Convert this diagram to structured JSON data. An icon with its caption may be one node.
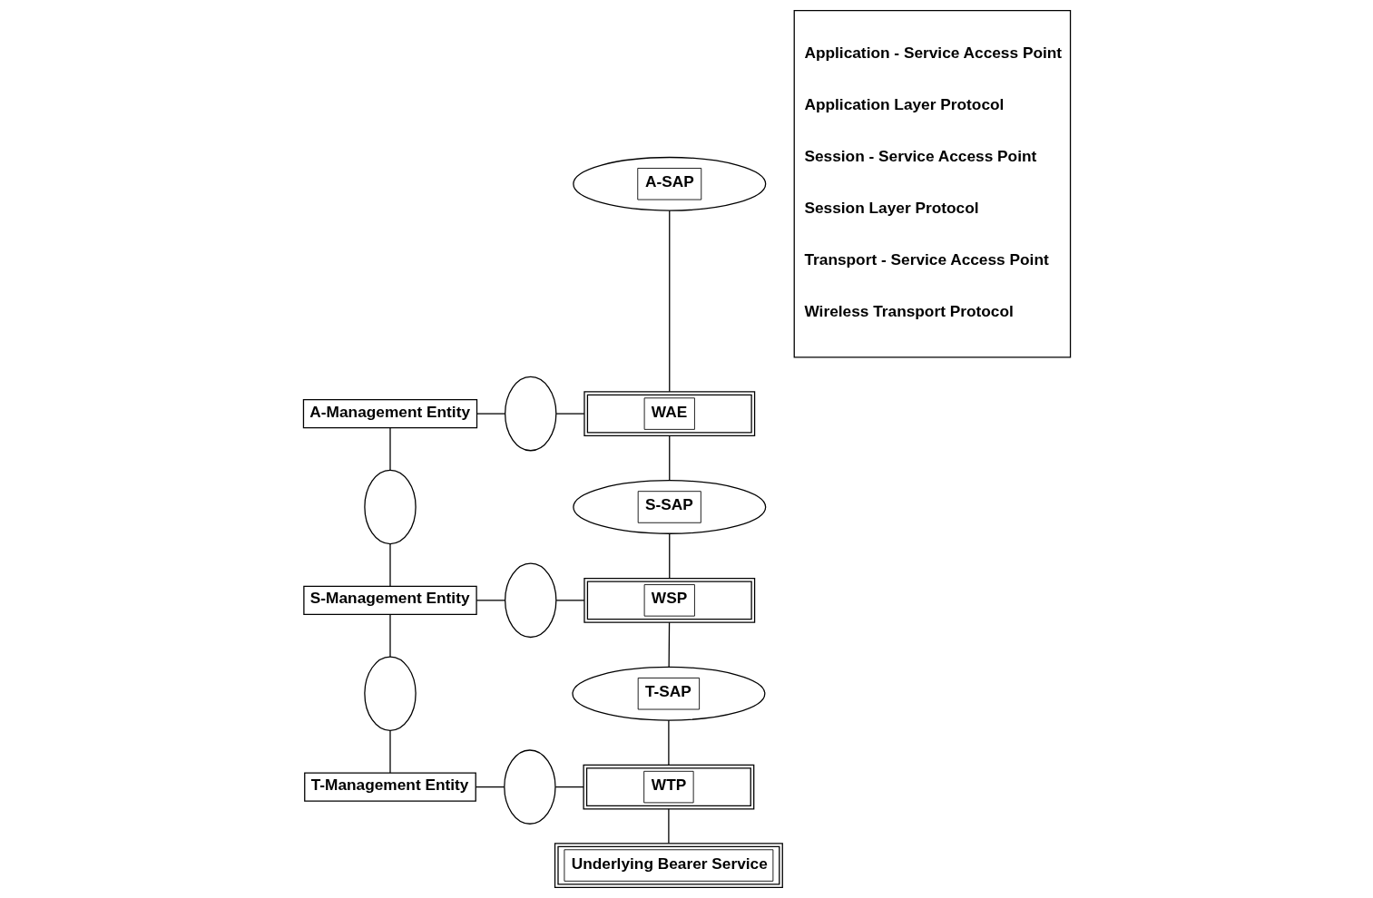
{
  "diagram": {
    "nodes": [
      {
        "text": [
          "A-SAP"
        ]
      },
      {
        "text": [
          "A-Management Entity"
        ]
      },
      {
        "text": [],
        "shape": "ellipse"
      },
      {
        "text": [
          "WAE"
        ]
      },
      {
        "text": [],
        "shape": "ellipse"
      },
      {
        "text": [
          "S-SAP"
        ]
      },
      {
        "text": [
          "S-Management Entity"
        ]
      },
      {
        "text": [],
        "shape": "ellipse"
      },
      {
        "text": [
          "WSP"
        ]
      },
      {
        "text": [],
        "shape": "ellipse"
      },
      {
        "text": [
          "T-SAP"
        ]
      },
      {
        "text": [
          "T-Management Entity"
        ]
      },
      {
        "text": [],
        "shape": "ellipse"
      },
      {
        "text": [
          "WTP"
        ]
      },
      {
        "text": [
          "Underlying Bearer Service"
        ]
      },
      {
        "text": [
          "Application - Service Access Point",
          "Application Layer Protocol",
          "Session - Service Access Point",
          "Session Layer Protocol",
          "Transport - Service Access Point",
          "Wireless Transport Protocol"
        ]
      }
    ],
    "edges": [
      {
        "from": 0,
        "to": 3,
        "arrow": "none"
      },
      {
        "from": 1,
        "to": 2,
        "arrow": "none"
      },
      {
        "from": 2,
        "to": 3,
        "arrow": "none"
      },
      {
        "from": 1,
        "to": 4,
        "arrow": "none"
      },
      {
        "from": 4,
        "to": 6,
        "arrow": "none"
      },
      {
        "from": 3,
        "to": 5,
        "arrow": "none"
      },
      {
        "from": 5,
        "to": 8,
        "arrow": "none"
      },
      {
        "from": 6,
        "to": 7,
        "arrow": "none"
      },
      {
        "from": 7,
        "to": 8,
        "arrow": "none"
      },
      {
        "from": 6,
        "to": 9,
        "arrow": "none"
      },
      {
        "from": 9,
        "to": 11,
        "arrow": "none"
      },
      {
        "from": 8,
        "to": 10,
        "arrow": "none"
      },
      {
        "from": 10,
        "to": 13,
        "arrow": "none"
      },
      {
        "from": 11,
        "to": 12,
        "arrow": "none"
      },
      {
        "from": 12,
        "to": 13,
        "arrow": "none"
      },
      {
        "from": 13,
        "to": 14,
        "arrow": "none"
      }
    ]
  }
}
